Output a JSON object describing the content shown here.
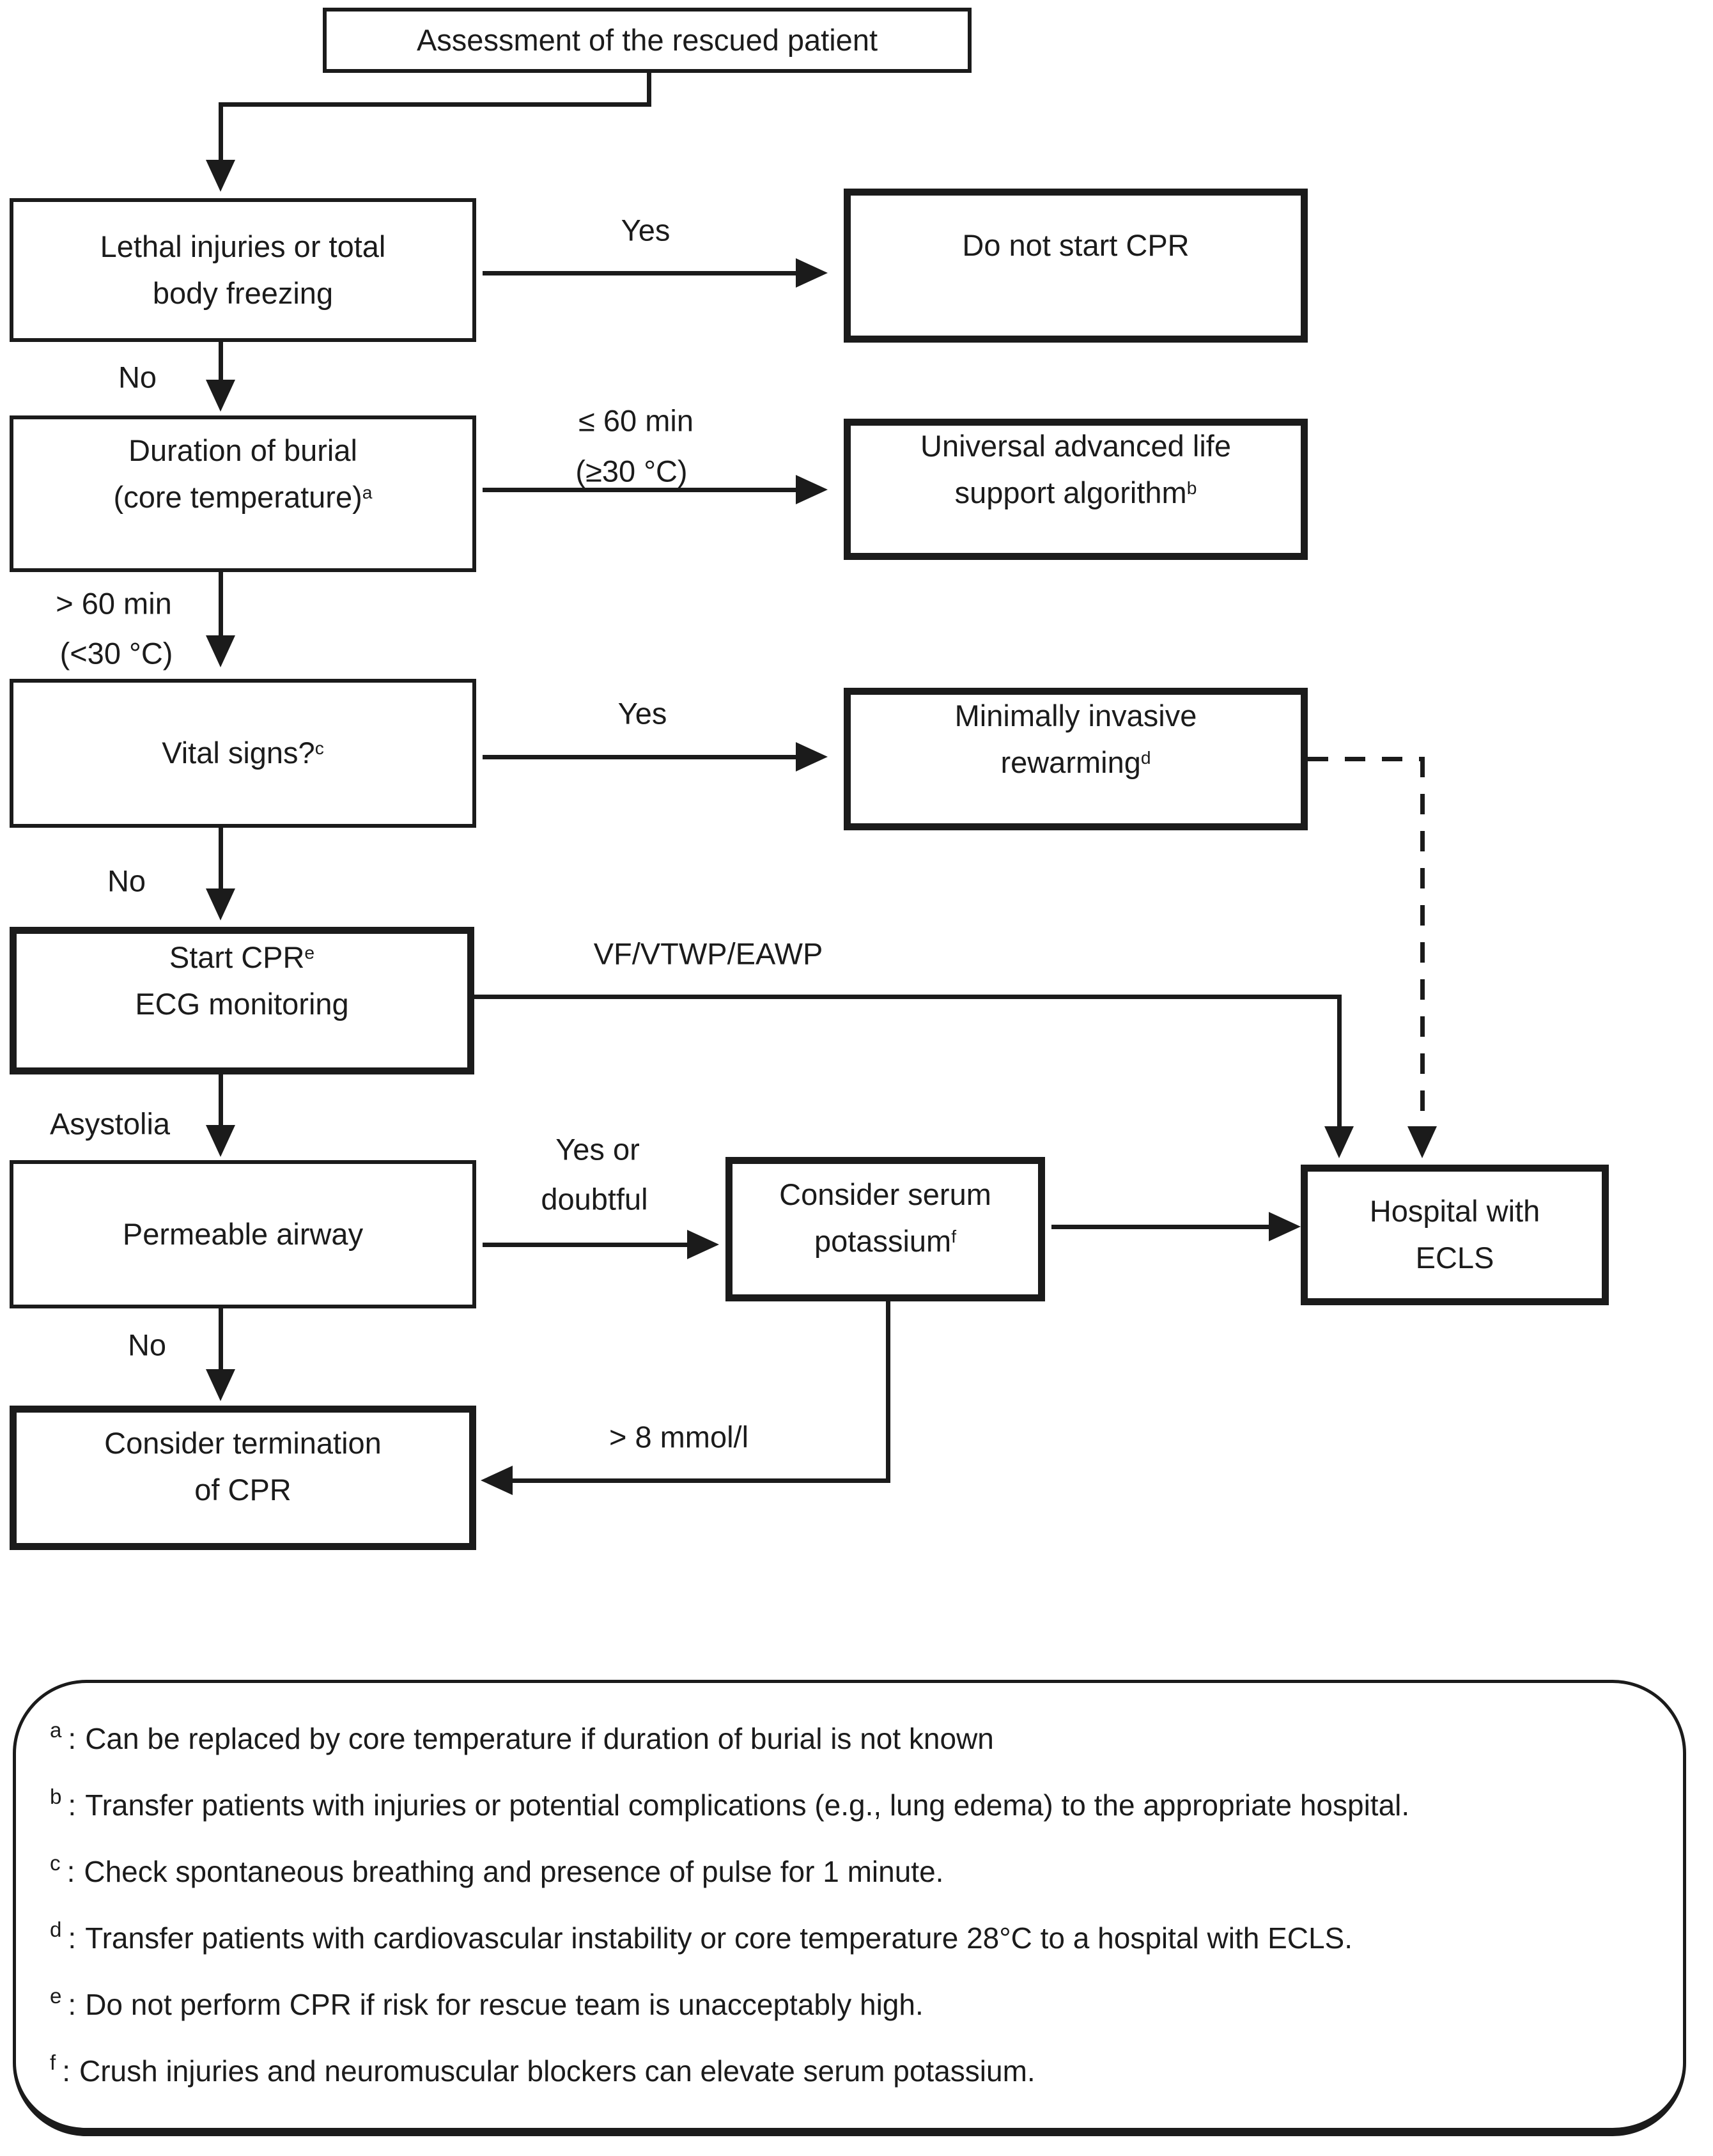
{
  "figure": {
    "background": "#ffffff",
    "ink": "#1b1b1b"
  },
  "nodes": {
    "assessment": {
      "line1": "Assessment of the rescued patient"
    },
    "lethal": {
      "line1": "Lethal injuries or total",
      "line2": "body freezing"
    },
    "do_not_start": {
      "line1": "Do not start CPR"
    },
    "duration": {
      "line1": "Duration of burial",
      "line2": "(core temperature)",
      "line2_sup": "a"
    },
    "universal": {
      "line1": "Universal advanced life",
      "line2": "support algorithm",
      "line2_sup": "b"
    },
    "vital": {
      "line1": "Vital signs?",
      "line1_sup": "c"
    },
    "minimally": {
      "line1": "Minimally invasive",
      "line2": "rewarming",
      "line2_sup": "d"
    },
    "start_cpr": {
      "line1": "Start CPR",
      "line1_sup": "e",
      "line2": "ECG monitoring"
    },
    "permeable": {
      "line1": "Permeable airway"
    },
    "potassium": {
      "line1": "Consider serum",
      "line2": "potassium",
      "line2_sup": "f"
    },
    "hospital": {
      "line1": "Hospital with",
      "line2": "ECLS"
    },
    "termination": {
      "line1": "Consider termination",
      "line2": "of CPR"
    }
  },
  "edge_labels": {
    "yes1": "Yes",
    "no1": "No",
    "le60": "≤ 60 min",
    "ge30": "(≥30 °C)",
    "gt60": "> 60 min",
    "lt30": "(<30 °C)",
    "yes2": "Yes",
    "no2": "No",
    "vf": "VF/VTWP/EAWP",
    "asystolia": "Asystolia",
    "yes_or": "Yes or",
    "doubtful": "doubtful",
    "no3": "No",
    "gt8": "> 8 mmol/l"
  },
  "footnotes": {
    "separator": ":",
    "items": [
      {
        "key": "a",
        "text": "Can be replaced by core temperature if duration of burial is not known"
      },
      {
        "key": "b",
        "text": "Transfer patients with injuries or potential complications (e.g., lung edema) to the appropriate hospital."
      },
      {
        "key": "c",
        "text": "Check spontaneous breathing and presence of pulse for 1 minute."
      },
      {
        "key": "d",
        "text": "Transfer patients with cardiovascular instability or core temperature 28°C to a hospital with ECLS."
      },
      {
        "key": "e",
        "text": "Do not perform CPR if risk for rescue team is unacceptably high."
      },
      {
        "key": "f",
        "text": "Crush injuries and neuromuscular blockers can elevate serum potassium."
      }
    ]
  }
}
